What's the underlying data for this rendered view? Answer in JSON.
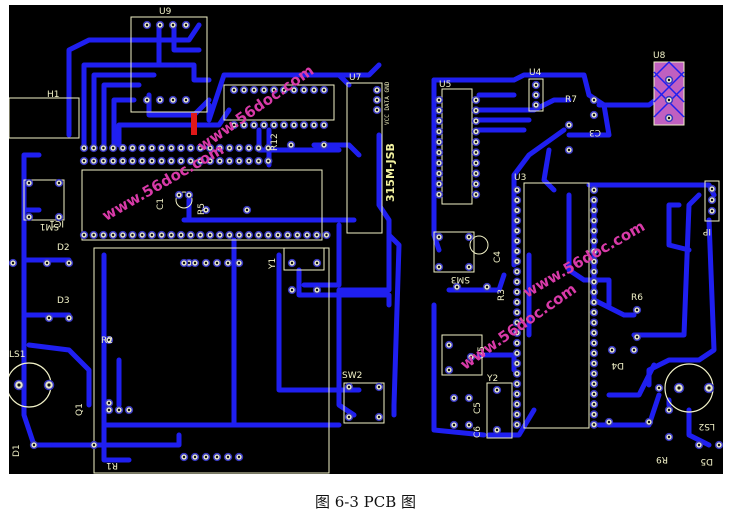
{
  "caption": "图 6-3   PCB 图",
  "board_labels": {
    "u9": "U9",
    "h1": "H1",
    "u7": "U7",
    "u5": "U5",
    "u4": "U4",
    "u8": "U8",
    "r7": "R7",
    "u3": "U3",
    "c3": "C3",
    "r12": "R12",
    "ic1": "IC1",
    "c1": "C1",
    "r5": "R5",
    "sm1": "SM1",
    "d2": "D2",
    "d3": "D3",
    "y1": "Y1",
    "ls1": "LS1",
    "r2": "R2",
    "q1": "Q1",
    "d1": "D1",
    "r1": "R1",
    "sw2": "SW2",
    "module": "315M-JSB",
    "module_pins": "VCC DATA GND",
    "sm3": "SM3",
    "c4": "C4",
    "r3": "R3",
    "r6": "R6",
    "ip": "IP",
    "d4": "D4",
    "y2": "Y2",
    "c5": "C5",
    "c6": "C6",
    "q5": "Q5",
    "ls2": "LS2",
    "r9": "R9",
    "d5": "D5"
  },
  "watermarks": [
    "www.56doc.com",
    "www.56doc.com",
    "www.56doc.com",
    "www.56doc.com",
    "www.56doc.com"
  ],
  "colors": {
    "board": "#000000",
    "trace": "#1f1ff0",
    "pad": "#e6e6c8",
    "silkscreen": "#f2f2c8",
    "watermark": "#d83aa8",
    "highlight": "#e01818",
    "u8_fill": "#c060c0"
  }
}
